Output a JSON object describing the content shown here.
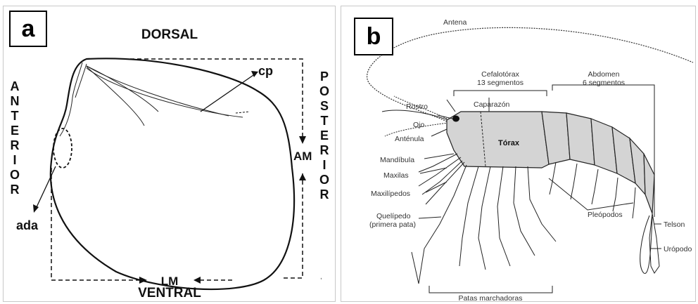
{
  "panel_a": {
    "letter": "a",
    "dorsal": "DORSAL",
    "ventral": "VENTRAL",
    "anterior": [
      "A",
      "N",
      "T",
      "E",
      "R",
      "I",
      "O",
      "R"
    ],
    "posterior": [
      "P",
      "O",
      "S",
      "T",
      "E",
      "R",
      "I",
      "O",
      "R"
    ],
    "cp": "cp",
    "am": "AM",
    "lm": "LM",
    "ada": "ada"
  },
  "panel_b": {
    "letter": "b",
    "antena": "Antena",
    "cefalotorax": "Cefalotórax",
    "cefalotorax_seg": "13 segmentos",
    "abdomen": "Abdomen",
    "abdomen_seg": "6 segmentos",
    "rostro": "Rostro",
    "caparazon": "Caparazón",
    "ojo": "Ojo",
    "torax": "Tórax",
    "antenula": "Anténula",
    "mandibula": "Mandíbula",
    "maxilas": "Maxilas",
    "maxilipedos": "Maxilípedos",
    "quelipedo": "Quelípedo",
    "quelipedo_sub": "(primera pata)",
    "pleopodos": "Pleópodos",
    "telson": "Telson",
    "uropodo": "Urópodo",
    "patas": "Patas marchadoras"
  }
}
